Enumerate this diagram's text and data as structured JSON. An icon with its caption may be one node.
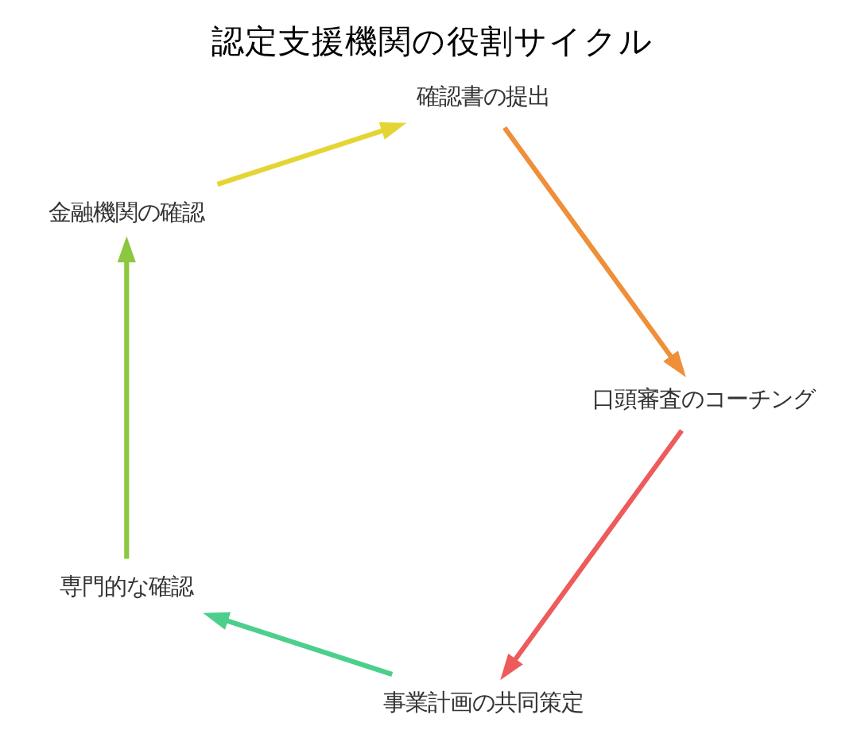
{
  "diagram": {
    "title": "認定支援機関の役割サイクル",
    "nodes": [
      {
        "text": [
          "事業計画の共同策定"
        ]
      },
      {
        "text": [
          "専門的な確認"
        ]
      },
      {
        "text": [
          "金融機関の確認"
        ]
      },
      {
        "text": [
          "確認書の提出"
        ]
      },
      {
        "text": [
          "口頭審査のコーチング"
        ]
      }
    ],
    "edges": [
      {
        "from": 0,
        "to": 1,
        "arrow": "to",
        "color": "#4dcf8c"
      },
      {
        "from": 1,
        "to": 2,
        "arrow": "to",
        "color": "#8dc63f"
      },
      {
        "from": 2,
        "to": 3,
        "arrow": "to",
        "color": "#e5d534"
      },
      {
        "from": 3,
        "to": 4,
        "arrow": "to",
        "color": "#ef8f3a"
      },
      {
        "from": 4,
        "to": 0,
        "arrow": "to",
        "color": "#ee5b5b"
      }
    ]
  }
}
